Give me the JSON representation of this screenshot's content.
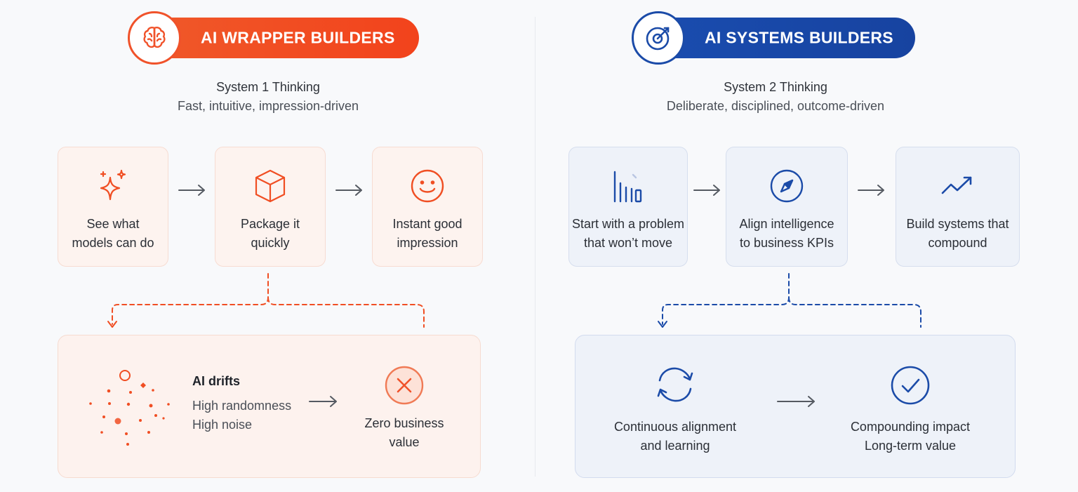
{
  "left": {
    "title": "AI WRAPPER BUILDERS",
    "subtitle_1": "System 1 Thinking",
    "subtitle_2": "Fast, intuitive, impression-driven",
    "steps": [
      {
        "line1": "See what",
        "line2": "models can do",
        "icon": "sparkle-icon"
      },
      {
        "line1": "Package it",
        "line2": "quickly",
        "icon": "box-icon"
      },
      {
        "line1": "Instant good",
        "line2": "impression",
        "icon": "smiley-icon"
      }
    ],
    "outcome": {
      "heading": "AI drifts",
      "line1": "High randomness",
      "line2": "High noise",
      "result_line1": "Zero business",
      "result_line2": "value"
    },
    "accent": "#f04e23"
  },
  "right": {
    "title": "AI SYSTEMS BUILDERS",
    "subtitle_1": "System 2 Thinking",
    "subtitle_2": "Deliberate, disciplined, outcome-driven",
    "steps": [
      {
        "line1": "Start with a problem",
        "line2": "that won’t move",
        "icon": "bar-chart-icon"
      },
      {
        "line1": "Align intelligence",
        "line2": "to business KPIs",
        "icon": "compass-icon"
      },
      {
        "line1": "Build systems that",
        "line2": "compound",
        "icon": "trend-up-icon"
      }
    ],
    "outcome": {
      "left_line1": "Continuous alignment",
      "left_line2": "and learning",
      "right_line1": "Compounding impact",
      "right_line2": "Long-term value"
    },
    "accent": "#1b4ba8"
  }
}
